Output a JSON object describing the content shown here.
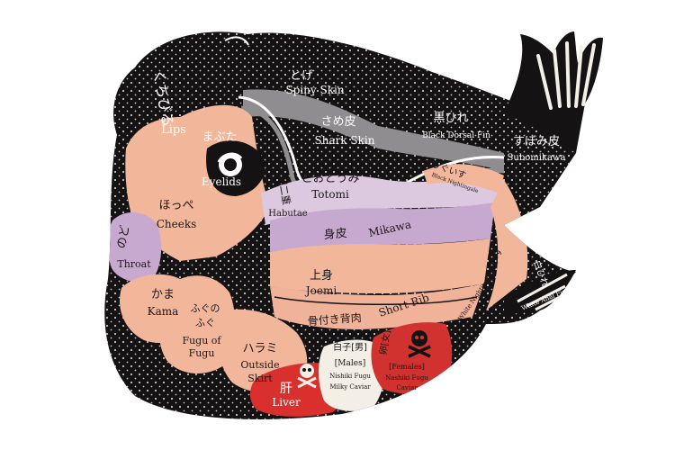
{
  "colors": {
    "background": "#ffffff",
    "body": "#151213",
    "dots": "#e8e4e0",
    "peach": "#f2b79b",
    "lavender": "#c7a9cf",
    "lavender_light": "#dcc8df",
    "gray_skin": "#8f8d90",
    "salmon": "#f0b39a",
    "liver": "#d9302d",
    "ovary": "#d1322f",
    "milt": "#f3eee6",
    "text_light": "#ffffff",
    "text_dark": "#1c1618"
  },
  "labels": {
    "lips_jp": "くちびる",
    "lips_en": "Lips",
    "spiny_jp": "とげ",
    "spiny_en": "Spiny Skin",
    "shark_jp": "さめ皮",
    "shark_en": "Shark Skin",
    "dorsal_jp": "黒ひれ",
    "dorsal_en": "Black Dorsal Fin",
    "subomikawa_jp": "すぼみ皮",
    "subomikawa_en": "Subomikawa",
    "eyelids_jp": "まぶた",
    "eyelids_en": "Eyelids",
    "totomi_jp": "とおとうみ",
    "totomi_en": "Totomi",
    "habutae_jp": "羽二重",
    "habutae_en": "Habutae",
    "black_nightingale_jp": "黒うぐいす",
    "black_nightingale_en": "Black Nightingale",
    "cheeks_jp": "ほっぺ",
    "cheeks_en": "Cheeks",
    "throat_jp": "のど",
    "throat_en": "Throat",
    "mikawa_jp": "身皮",
    "mikawa_en": "Mikawa",
    "joemi_jp": "上身",
    "joemi_en": "Joemi",
    "white_nightingale_jp": "白うぐいす",
    "white_nightingale_en": "White Nightingale",
    "kama_jp": "かま",
    "kama_en": "Kama",
    "fugu_jp_1": "ふぐの",
    "fugu_jp_2": "ふぐ",
    "fugu_en_1": "Fugu of",
    "fugu_en_2": "Fugu",
    "shortrib_jp": "骨付き背肉",
    "shortrib_en": "Short Rib",
    "harami_jp": "ハラミ",
    "harami_en_1": "Outside",
    "harami_en_2": "Skirt",
    "liver_jp": "肝",
    "liver_en": "Liver",
    "milt_jp": "白子[男]",
    "milt_en_1": "[Males]",
    "milt_en_2": "Nishiki Fugu",
    "milt_en_3": "Milky Caviar",
    "ovary_jp": "卵[女]",
    "ovary_en_1": "[Females]",
    "ovary_en_2": "Nashiki Fugu",
    "ovary_en_3": "Caviar",
    "anal_fin_jp": "白ひれ",
    "anal_fin_en": "White Anal Fin"
  }
}
